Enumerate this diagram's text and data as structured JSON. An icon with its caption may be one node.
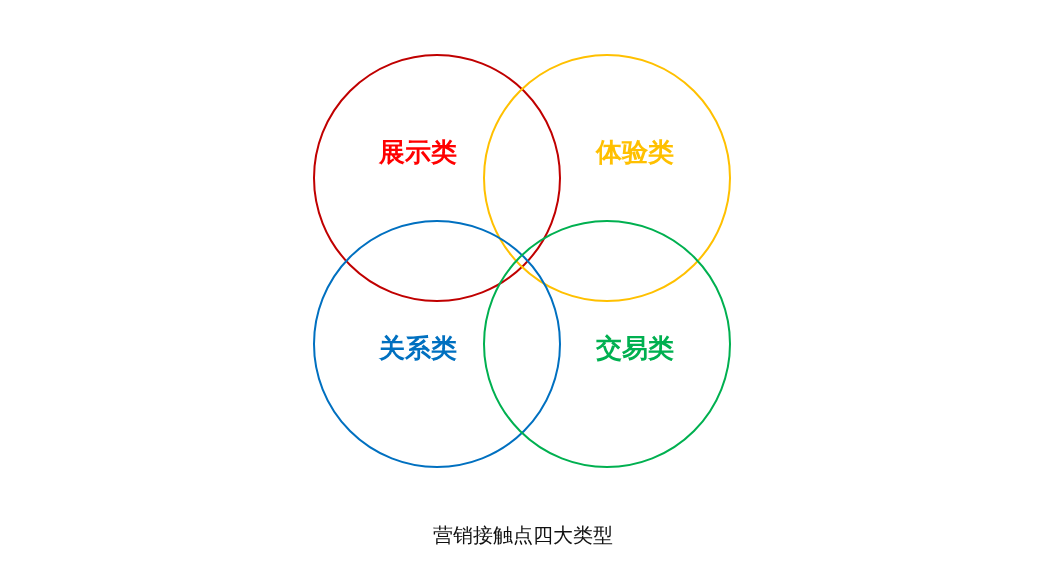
{
  "diagram": {
    "caption": "营销接触点四大类型",
    "nodes": [
      {
        "text": [
          "展示类"
        ]
      },
      {
        "text": [
          "体验类"
        ]
      },
      {
        "text": [
          "关系类"
        ]
      },
      {
        "text": [
          "交易类"
        ]
      }
    ]
  }
}
